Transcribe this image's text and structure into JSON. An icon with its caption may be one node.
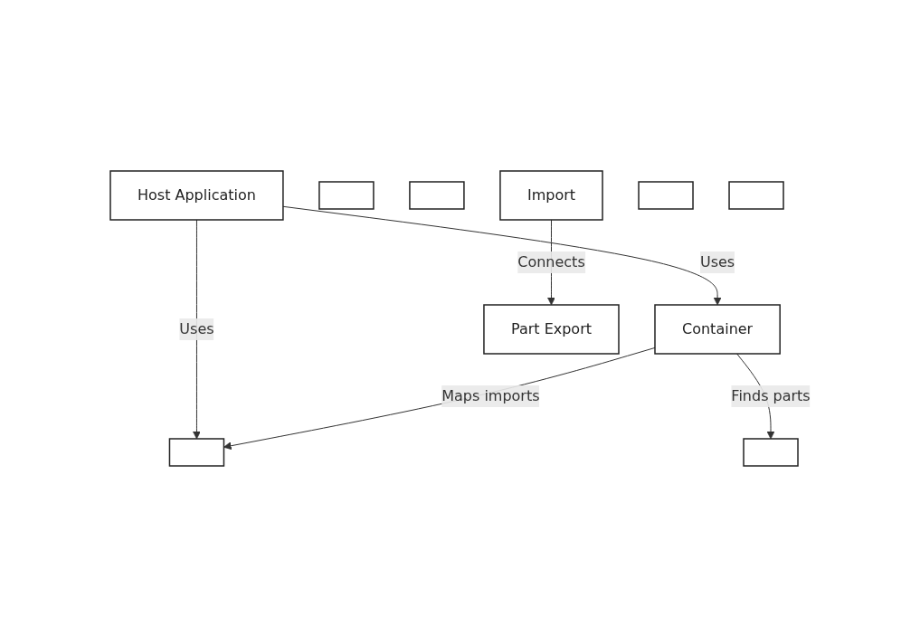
{
  "diagram": {
    "nodes": [
      {
        "text": [
          "Host Application"
        ]
      },
      {
        "text": [
          "Container"
        ]
      },
      {
        "text": [],
        "shape": "box"
      },
      {
        "text": [],
        "shape": "box"
      },
      {
        "text": [],
        "shape": "box"
      },
      {
        "text": [
          "Import"
        ]
      },
      {
        "text": [],
        "shape": "box"
      },
      {
        "text": [],
        "shape": "box"
      },
      {
        "text": [],
        "shape": "box"
      },
      {
        "text": [
          "Part Export"
        ]
      }
    ],
    "edges": [
      {
        "from": 0,
        "to": 1,
        "arrow": "to",
        "label": "Uses"
      },
      {
        "from": 0,
        "to": 2,
        "arrow": "to",
        "label": "Uses"
      },
      {
        "from": 1,
        "to": 2,
        "arrow": "to",
        "label": "Maps imports"
      },
      {
        "from": 1,
        "to": 6,
        "arrow": "to",
        "label": "Finds parts"
      },
      {
        "from": 5,
        "to": 9,
        "arrow": "to",
        "label": "Connects"
      }
    ]
  }
}
